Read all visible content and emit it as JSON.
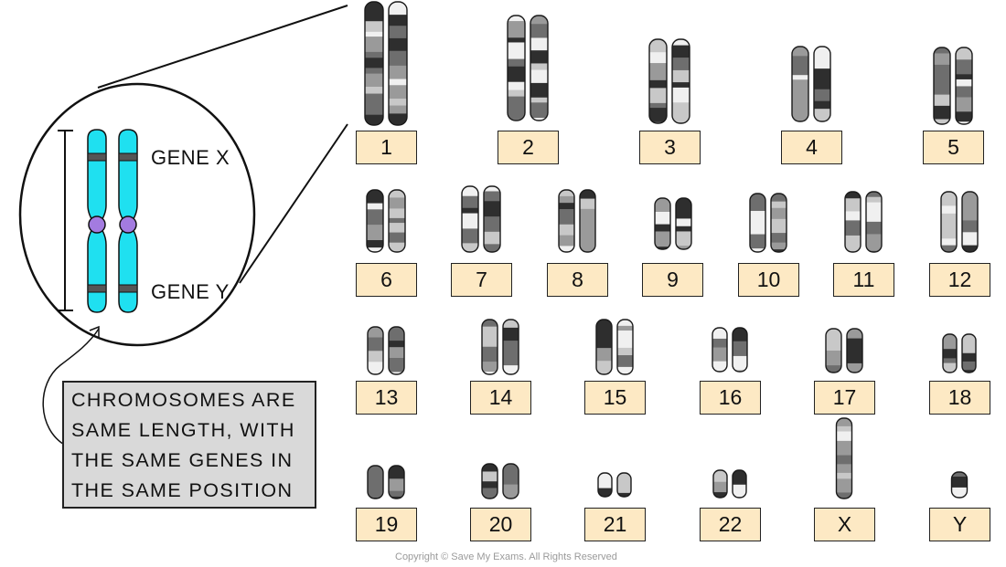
{
  "zoom_inset": {
    "gene_labels": [
      "GENE X",
      "GENE Y"
    ],
    "colors": {
      "chromatid": "#1fe0f0",
      "centromere": "#a37be0",
      "band": "#555555"
    }
  },
  "note": {
    "lines": [
      "CHROMOSOMES ARE",
      "SAME LENGTH, WITH",
      "THE SAME GENES IN",
      "THE SAME POSITION"
    ]
  },
  "karyotype": {
    "labels": [
      "1",
      "2",
      "3",
      "4",
      "5",
      "6",
      "7",
      "8",
      "9",
      "10",
      "11",
      "12",
      "13",
      "14",
      "15",
      "16",
      "17",
      "18",
      "19",
      "20",
      "21",
      "22",
      "X",
      "Y"
    ],
    "box_color": "#fde9c4"
  },
  "copyright": "Copyright © Save My Exams. All Rights Reserved"
}
